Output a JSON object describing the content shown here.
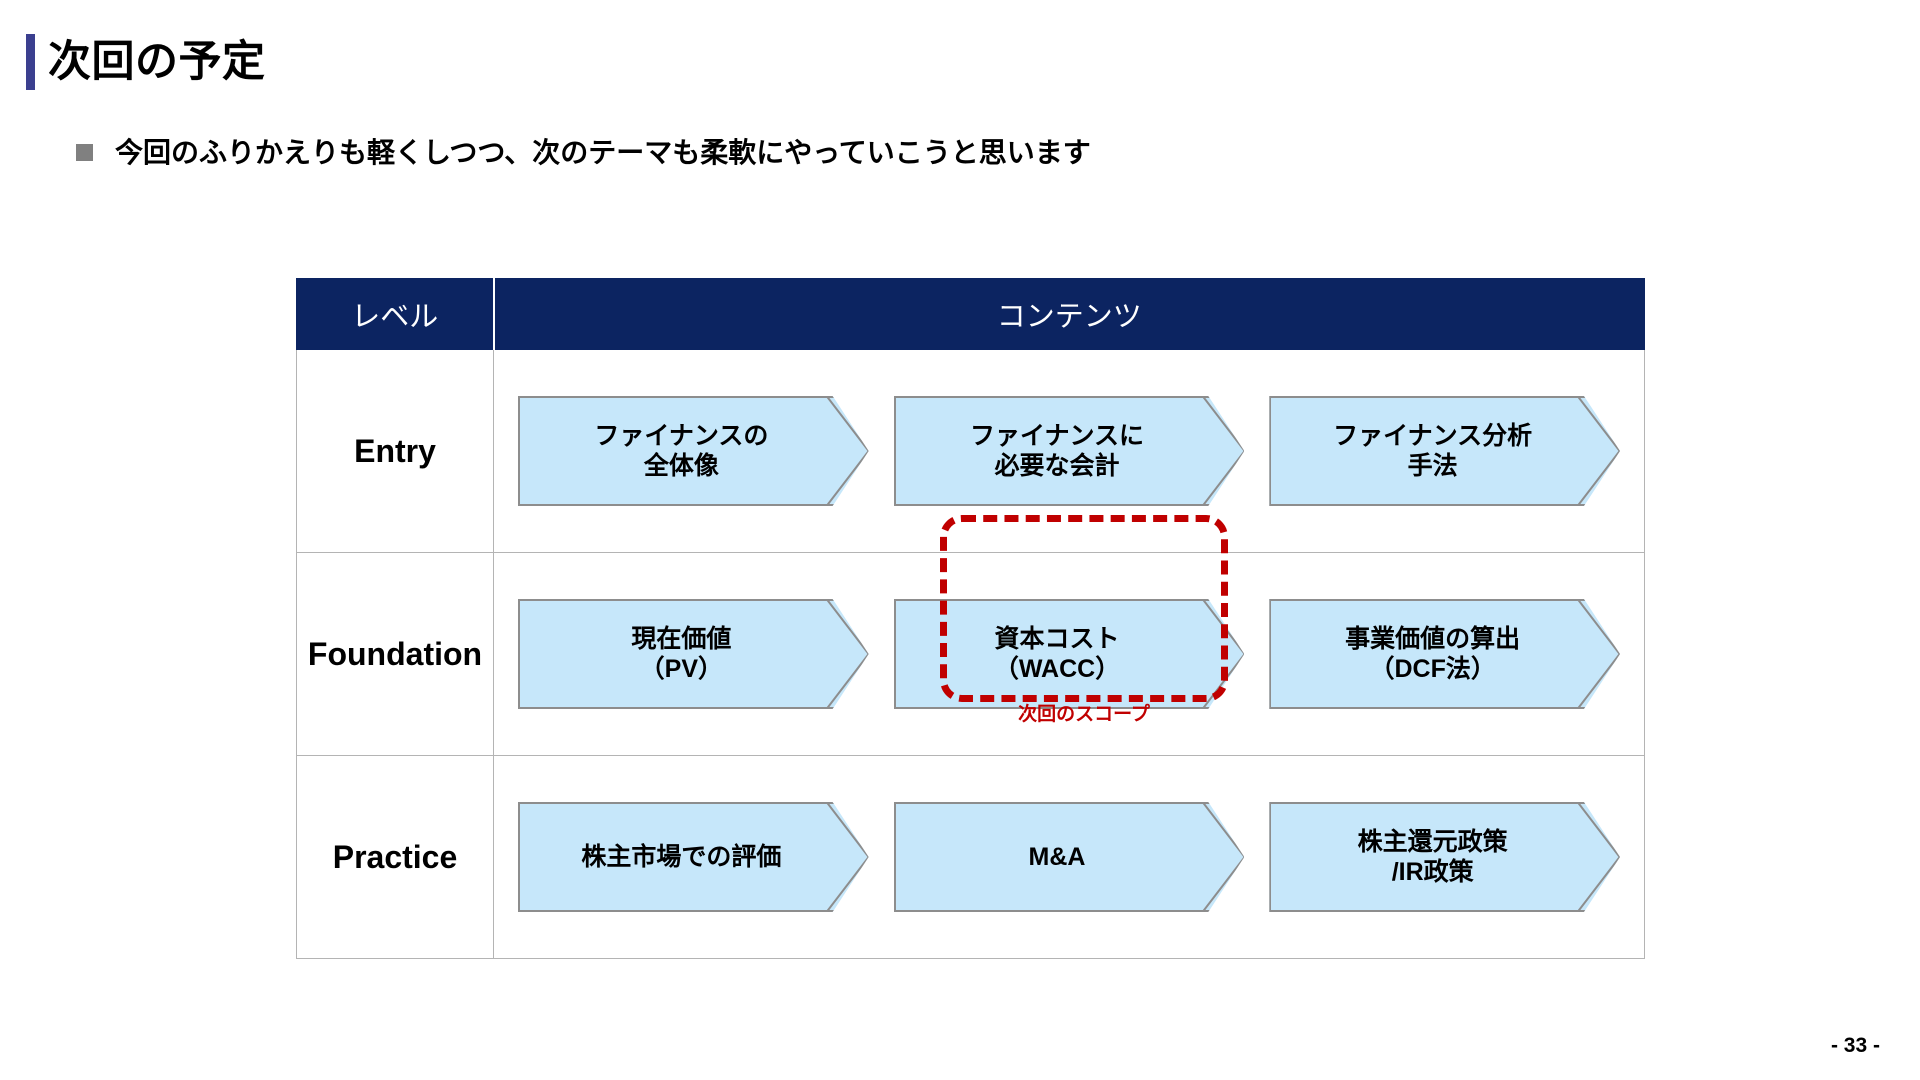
{
  "slide": {
    "title": "次回の予定",
    "bullet": "今回のふりかえりも軽くしつつ、次のテーマも柔軟にやっていこうと思います",
    "page_number": "- 33 -",
    "accent_color": "#3b3f8f",
    "header_color": "#0c2461",
    "chevron_fill": "#c6e7fa",
    "chevron_stroke": "#8d8d8d",
    "highlight_color": "#c00000"
  },
  "table": {
    "headers": {
      "level": "レベル",
      "content": "コンテンツ"
    },
    "rows": [
      {
        "level": "Entry",
        "items": [
          "ファイナンスの\n全体像",
          "ファイナンスに\n必要な会計",
          "ファイナンス分析\n手法"
        ]
      },
      {
        "level": "Foundation",
        "items": [
          "現在価値\n（PV）",
          "資本コスト\n（WACC）",
          "事業価値の算出\n（DCF法）"
        ]
      },
      {
        "level": "Practice",
        "items": [
          "株主市場での評価",
          "M&A",
          "株主還元政策\n/IR政策"
        ]
      }
    ]
  },
  "highlight": {
    "label": "次回のスコープ",
    "target": "資本コスト（WACC）"
  }
}
